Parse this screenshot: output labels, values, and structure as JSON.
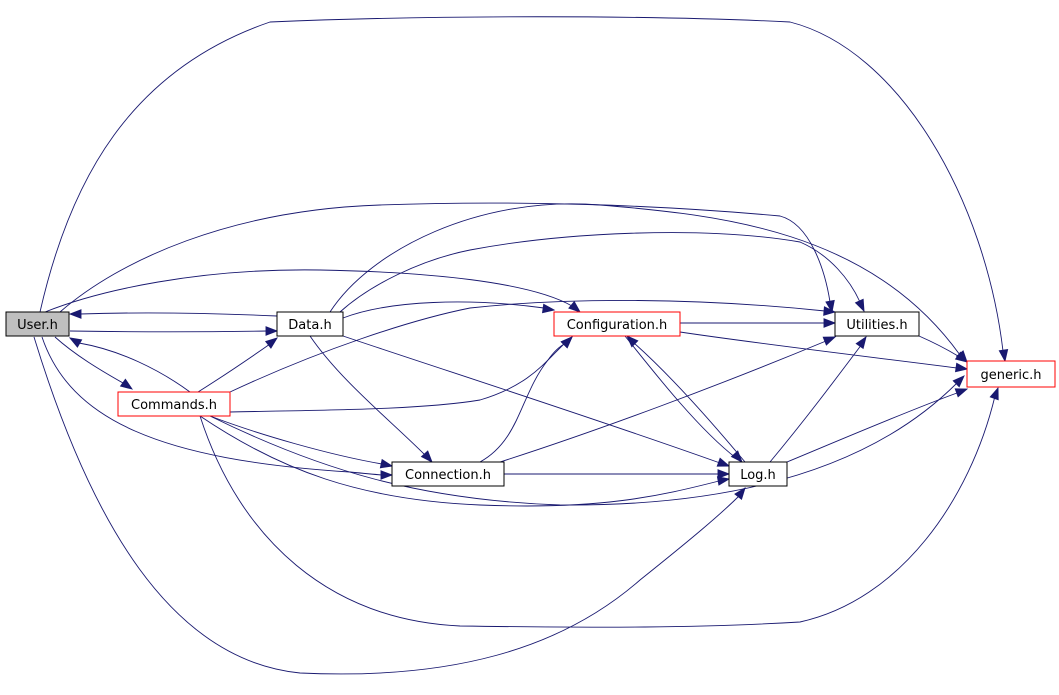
{
  "colors": {
    "edge": "#191970",
    "border_default": "#000000",
    "border_incomplete": "#ff0000",
    "fill_default": "#ffffff",
    "fill_current": "#bfbfbf",
    "text": "#000000"
  },
  "nodes": [
    {
      "id": "user",
      "label": "User.h",
      "style": "current"
    },
    {
      "id": "data",
      "label": "Data.h",
      "style": "default"
    },
    {
      "id": "configuration",
      "label": "Configuration.h",
      "style": "incomplete"
    },
    {
      "id": "utilities",
      "label": "Utilities.h",
      "style": "default"
    },
    {
      "id": "commands",
      "label": "Commands.h",
      "style": "incomplete"
    },
    {
      "id": "connection",
      "label": "Connection.h",
      "style": "default"
    },
    {
      "id": "log",
      "label": "Log.h",
      "style": "default"
    },
    {
      "id": "generic",
      "label": "generic.h",
      "style": "incomplete"
    }
  ]
}
